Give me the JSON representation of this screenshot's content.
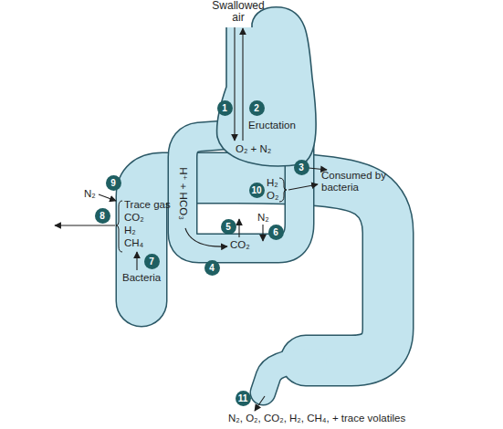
{
  "diagram": {
    "nodes": [
      {
        "text": [
          "1"
        ]
      },
      {
        "text": [
          "2"
        ]
      },
      {
        "text": [
          "3"
        ]
      },
      {
        "text": [
          "4"
        ]
      },
      {
        "text": [
          "5"
        ]
      },
      {
        "text": [
          "6"
        ]
      },
      {
        "text": [
          "7"
        ]
      },
      {
        "text": [
          "8"
        ]
      },
      {
        "text": [
          "9"
        ]
      },
      {
        "text": [
          "10"
        ]
      },
      {
        "text": [
          "11"
        ]
      }
    ],
    "labels": [
      "Swallowed air",
      "Eructation",
      "O₂ + N₂",
      "H₂",
      "O₂",
      "Consumed by bacteria",
      "N₂",
      "Trace gas",
      "CO₂",
      "H₂",
      "CH₄",
      "Bacteria",
      "H⁺ + HCO₃",
      "CO₂",
      "N₂",
      "N₂, O₂, CO₂, H₂, CH₄, + trace volatiles"
    ]
  }
}
